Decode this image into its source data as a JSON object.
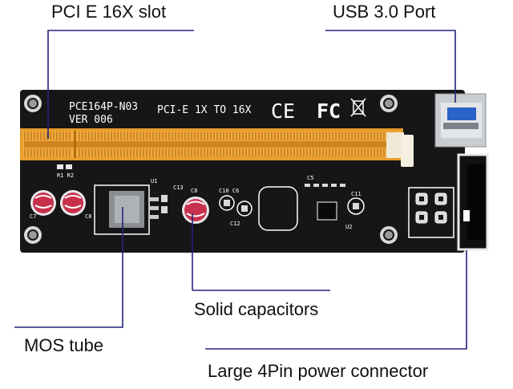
{
  "callouts": {
    "pcie_slot": "PCI E 16X slot",
    "usb_port": "USB 3.0 Port",
    "solid_caps": "Solid capacitors",
    "mos_tube": "MOS tube",
    "power_conn": "Large 4Pin power connector"
  },
  "board": {
    "model": "PCE164P-N03",
    "version": "VER 006",
    "spec": "PCI-E 1X TO 16X",
    "ce_mark": "CE",
    "fc_mark": "FC",
    "silk": {
      "r1r2": "R1 R2",
      "u1": "U1",
      "c13": "C13",
      "c8": "C8",
      "c10c6": "C10 C6",
      "c12": "C12",
      "c7": "C7",
      "c8b": "C8",
      "c11": "C11",
      "u2": "U2",
      "c5": "C5"
    }
  },
  "colors": {
    "pcb": "#161616",
    "slot": "#f2a93b",
    "leader": "#23237a",
    "usb": "#2a62c9",
    "silk": "#ffffff"
  }
}
